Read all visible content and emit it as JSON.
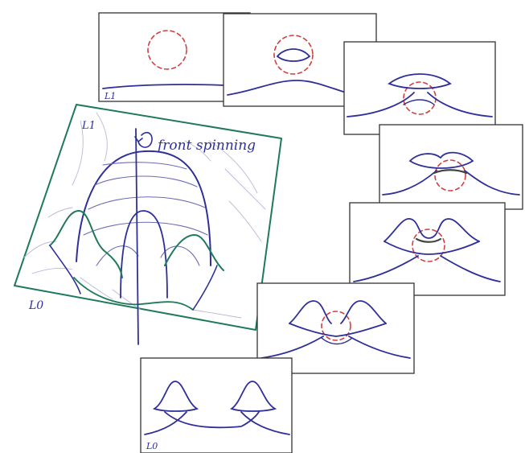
{
  "main_surface": {
    "label_top": "L1",
    "label_bottom": "L0",
    "axis_caption": "front spinning",
    "rotation_symbol": "↺"
  },
  "frames": {
    "first_label": "L1",
    "last_label": "L0",
    "count": 7
  },
  "colors": {
    "ink": "#2f2f9a",
    "frame": "#333333",
    "surface_edge": "#1f7a5a",
    "highlight": "#d04040",
    "light": "#a8a8d6"
  }
}
